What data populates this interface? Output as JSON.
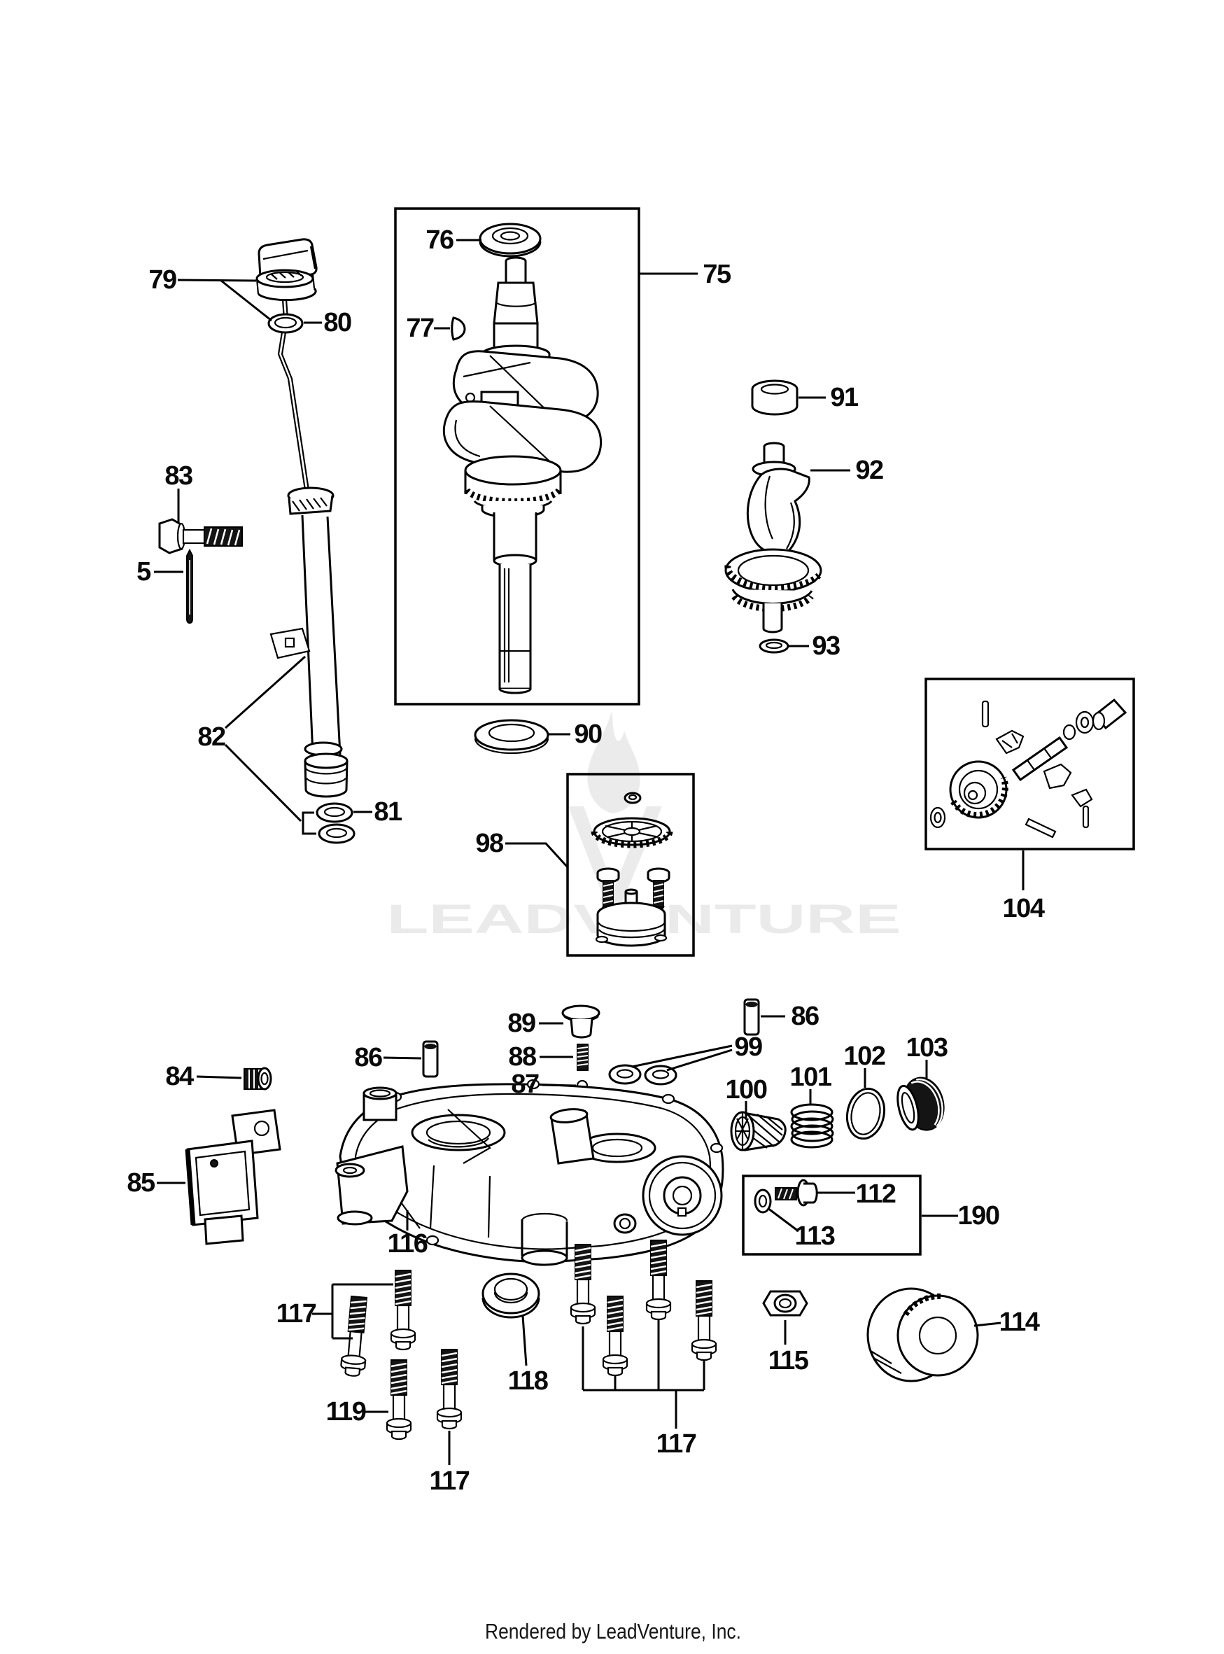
{
  "page": {
    "background": "#ffffff",
    "colors": {
      "line": "#000000",
      "label_text": "#0a0a0a",
      "watermark": "#ebebeb"
    },
    "watermark": {
      "text": "LEADVENTURE"
    },
    "footer": {
      "text": "Rendered by LeadVenture, Inc."
    },
    "callouts": [
      {
        "label": "76"
      },
      {
        "label": "79"
      },
      {
        "label": "80"
      },
      {
        "label": "77"
      },
      {
        "label": "75"
      },
      {
        "label": "83"
      },
      {
        "label": "5"
      },
      {
        "label": "82"
      },
      {
        "label": "81"
      },
      {
        "label": "91"
      },
      {
        "label": "92"
      },
      {
        "label": "93"
      },
      {
        "label": "90"
      },
      {
        "label": "98"
      },
      {
        "label": "104"
      },
      {
        "label": "89"
      },
      {
        "label": "86"
      },
      {
        "label": "88"
      },
      {
        "label": "87"
      },
      {
        "label": "99"
      },
      {
        "label": "86"
      },
      {
        "label": "100"
      },
      {
        "label": "101"
      },
      {
        "label": "102"
      },
      {
        "label": "103"
      },
      {
        "label": "84"
      },
      {
        "label": "85"
      },
      {
        "label": "116"
      },
      {
        "label": "112"
      },
      {
        "label": "113"
      },
      {
        "label": "190"
      },
      {
        "label": "117"
      },
      {
        "label": "119"
      },
      {
        "label": "118"
      },
      {
        "label": "117"
      },
      {
        "label": "117"
      },
      {
        "label": "115"
      },
      {
        "label": "114"
      }
    ]
  }
}
